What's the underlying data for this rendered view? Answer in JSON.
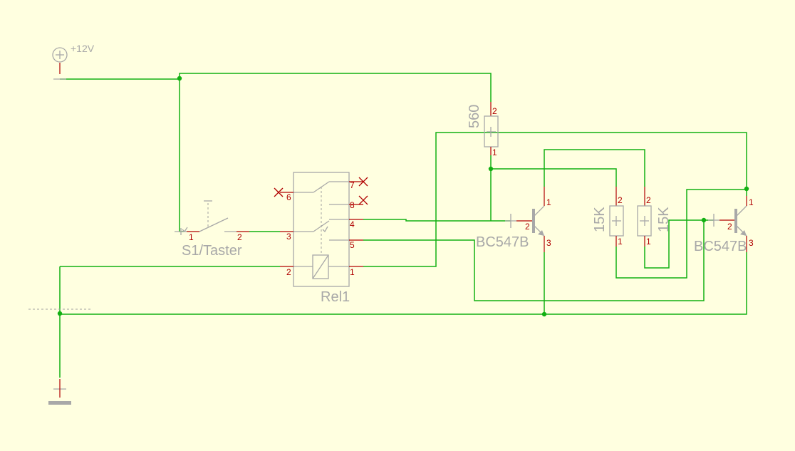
{
  "supply": {
    "label": "+12V"
  },
  "switch": {
    "label": "S1/Taster",
    "pins": [
      "1",
      "2"
    ]
  },
  "relay": {
    "label": "Rel1",
    "pins": [
      "6",
      "7",
      "8",
      "3",
      "4",
      "5",
      "2",
      "1"
    ]
  },
  "resistor_560": {
    "label": "560",
    "pins": [
      "2",
      "1"
    ]
  },
  "resistor_15k_a": {
    "label": "15K",
    "pins": [
      "2",
      "1"
    ]
  },
  "resistor_15k_b": {
    "label": "15K",
    "pins": [
      "2",
      "1"
    ]
  },
  "transistor_1": {
    "label": "BC547B",
    "pins": [
      "1",
      "2",
      "3"
    ]
  },
  "transistor_2": {
    "label": "BC547B",
    "pins": [
      "1",
      "2",
      "3"
    ]
  },
  "colors": {
    "background": "#ffffe0",
    "wire": "#12b012",
    "pin": "#b00000",
    "part": "#a8a8a8"
  }
}
